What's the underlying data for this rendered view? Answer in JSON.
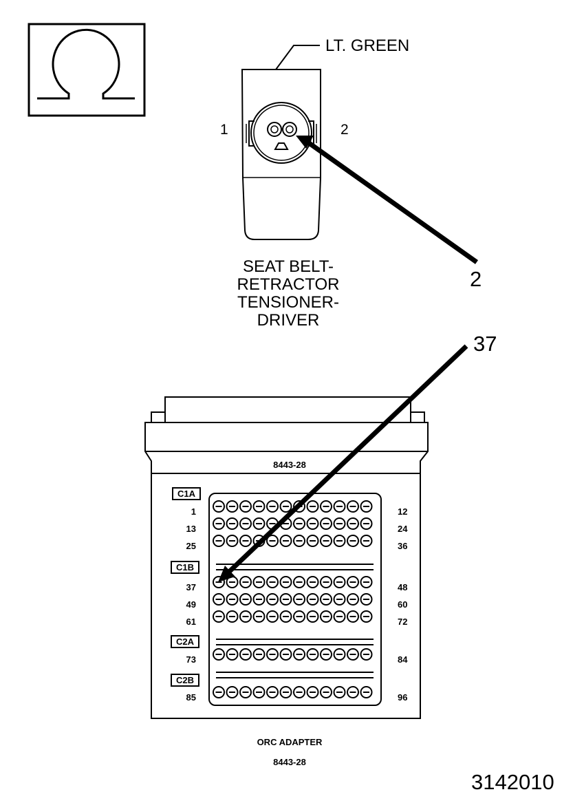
{
  "wire_color_label": "LT. GREEN",
  "connector": {
    "pin_left_label": "1",
    "pin_right_label": "2",
    "title_lines": [
      "SEAT BELT-",
      "RETRACTOR",
      "TENSIONER-",
      "DRIVER"
    ]
  },
  "callouts": {
    "connector_pin": "2",
    "adapter_pin": "37"
  },
  "symbol_icon": "ohm-symbol-icon",
  "adapter": {
    "top_label": "8443-28",
    "groups": [
      {
        "label": "C1A",
        "rows": [
          {
            "start": "1",
            "end": "12"
          },
          {
            "start": "13",
            "end": "24"
          },
          {
            "start": "25",
            "end": "36"
          }
        ]
      },
      {
        "label": "C1B",
        "rows": [
          {
            "start": "37",
            "end": "48"
          },
          {
            "start": "49",
            "end": "60"
          },
          {
            "start": "61",
            "end": "72"
          }
        ]
      },
      {
        "label": "C2A",
        "rows": [
          {
            "start": "73",
            "end": "84"
          }
        ]
      },
      {
        "label": "C2B",
        "rows": [
          {
            "start": "85",
            "end": "96"
          }
        ]
      }
    ],
    "pins_per_row": 12,
    "caption_name": "ORC ADAPTER",
    "caption_part": "8443-28"
  },
  "figure_id": "3142010"
}
